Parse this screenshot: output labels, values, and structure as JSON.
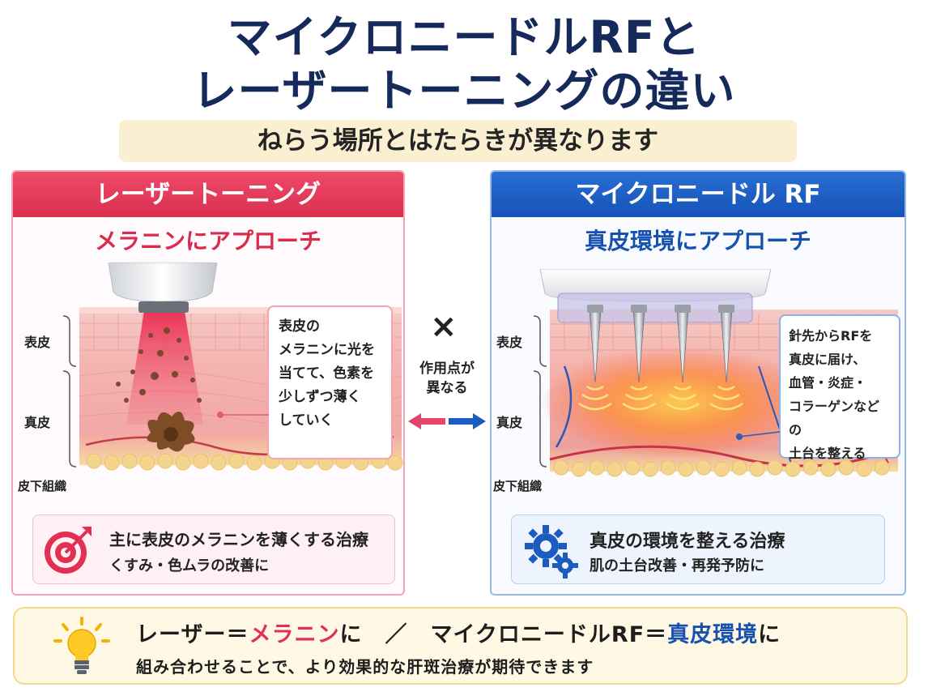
{
  "title": {
    "line1": "マイクロニードルRFと",
    "line2": "レーザートーニングの違い",
    "subtitle": "ねらう場所とはたらきが異なります"
  },
  "left_panel": {
    "header": "レーザートーニング",
    "approach": "メラニンにアプローチ",
    "layers": [
      "表皮",
      "真皮",
      "皮下組織"
    ],
    "callout_lines": [
      "表皮の",
      "メラニンに光を",
      "当てて、色素を",
      "少しずつ薄く",
      "していく"
    ],
    "summary_main": "主に表皮のメラニンを薄くする治療",
    "summary_sub": "くすみ・色ムラの改善に",
    "icon": "target-icon",
    "accent": "#d92b4c"
  },
  "right_panel": {
    "header": "マイクロニードル RF",
    "approach": "真皮環境にアプローチ",
    "layers": [
      "表皮",
      "真皮",
      "皮下組織"
    ],
    "callout_lines": [
      "針先からRFを",
      "真皮に届け、",
      "血管・炎症・",
      "コラーゲンなどの",
      "土台を整える"
    ],
    "summary_main": "真皮の環境を整える治療",
    "summary_sub": "肌の土台改善・再発予防に",
    "icon": "gear-icon",
    "accent": "#1651b0"
  },
  "center": {
    "symbol": "×",
    "text_lines": [
      "作用点が",
      "異なる"
    ]
  },
  "bottom": {
    "icon": "lightbulb-icon",
    "l1_a": "レーザー＝",
    "l1_b": "メラニン",
    "l1_c": "に　／　マイクロニードルRF＝",
    "l1_d": "真皮環境",
    "l1_e": "に",
    "line2": "組み合わせることで、より効果的な肝斑治療が期待できます"
  }
}
